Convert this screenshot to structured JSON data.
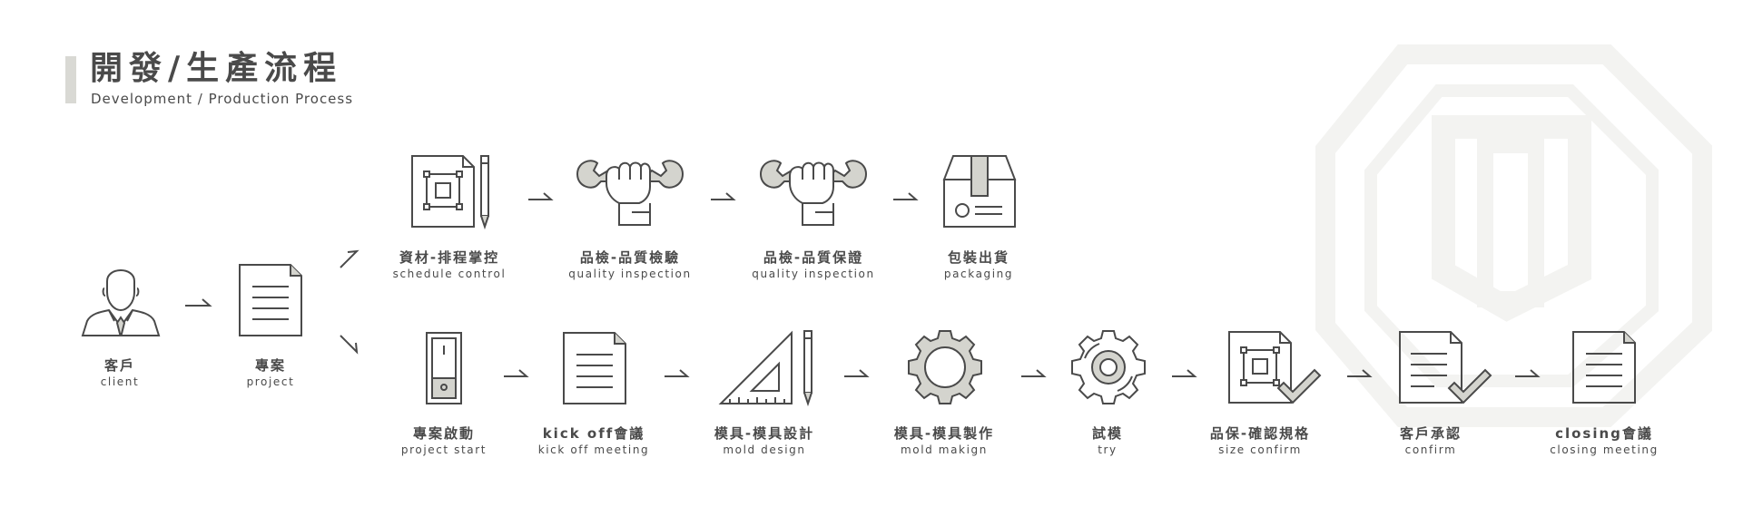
{
  "title": {
    "zh": "開發/生產流程",
    "en": "Development / Production Process"
  },
  "colors": {
    "stroke": "#4a4a4a",
    "fill": "#d4d4ce",
    "watermark": "#f3f3f1"
  },
  "steps": [
    {
      "zh": "客戶",
      "en": "client",
      "icon": "person-icon"
    },
    {
      "zh": "專案",
      "en": "project",
      "icon": "document-icon"
    },
    {
      "zh": "資材-排程掌控",
      "en": "schedule control",
      "icon": "blueprint-pencil-icon"
    },
    {
      "zh": "品檢-品質檢驗",
      "en": "quality inspection",
      "icon": "wrench-fist-icon"
    },
    {
      "zh": "品檢-品質保證",
      "en": "quality inspection",
      "icon": "wrench-fist-icon"
    },
    {
      "zh": "包裝出貨",
      "en": "packaging",
      "icon": "box-icon"
    },
    {
      "zh": "專案啟動",
      "en": "project start",
      "icon": "switch-icon"
    },
    {
      "zh": "kick off會議",
      "en": "kick off meeting",
      "icon": "document-icon"
    },
    {
      "zh": "模具-模具設計",
      "en": "mold design",
      "icon": "triangle-ruler-icon"
    },
    {
      "zh": "模具-模具製作",
      "en": "mold makign",
      "icon": "gear-icon"
    },
    {
      "zh": "試模",
      "en": "try",
      "icon": "gear-small-icon"
    },
    {
      "zh": "品保-確認規格",
      "en": "size confirm",
      "icon": "blueprint-check-icon"
    },
    {
      "zh": "客戶承認",
      "en": "confirm",
      "icon": "document-check-icon"
    },
    {
      "zh": "closing會議",
      "en": "closing meeting",
      "icon": "document-icon"
    }
  ]
}
